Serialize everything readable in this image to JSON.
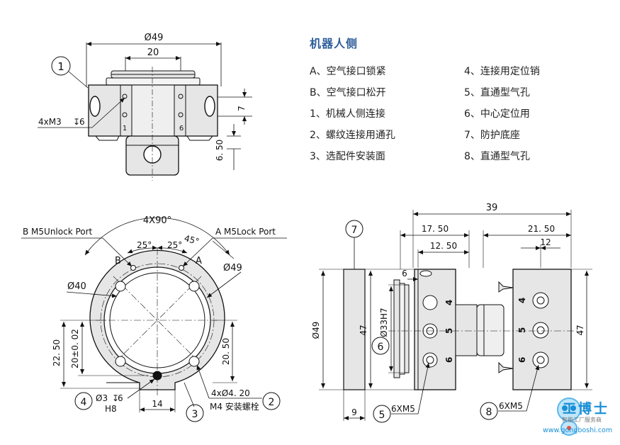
{
  "legend": {
    "title": "机器人侧",
    "left": [
      "A、空气接口锁紧",
      "B、空气接口松开",
      "1、机械人侧连接",
      "2、螺纹连接用通孔",
      "3、选配件安装面"
    ],
    "right": [
      "4、连接用定位销",
      "5、直通型气孔",
      "6、中心定位用",
      "7、防护底座",
      "8、直通型气孔"
    ]
  },
  "view_top": {
    "dim_outer": "Ø49",
    "dim_inner": "20",
    "dim_right_7": "7",
    "dim_right_650": "6. 50",
    "hole_callout": "4xM3",
    "hole_depth": "6",
    "port_numbers": [
      "1",
      "6"
    ],
    "balloon": "1"
  },
  "view_face": {
    "angle_label": "4X90°",
    "port_b": "B  M5Unlock  Port",
    "port_a": "A  M5Lock  Port",
    "letter_b": "B",
    "letter_a": "A",
    "angle_25_left": "25°",
    "angle_25_right": "25°",
    "angle_45": "45°",
    "dim_phi49": "Ø49",
    "dim_phi40": "Ø40",
    "dim_2250": "22. 50",
    "dim_20tol": "20±0. 02",
    "dim_2050": "20. 50",
    "dim_14": "14",
    "pin_callout": "Ø3",
    "pin_depth": "6",
    "pin_fit": "H8",
    "thru_callout": "4xØ4. 20",
    "thru_sub": "M4 安装螺栓",
    "balloons": [
      "4",
      "3",
      "2"
    ]
  },
  "view_side": {
    "dim_39": "39",
    "dim_1750": "17. 50",
    "dim_1250": "12. 50",
    "dim_2150": "21. 50",
    "dim_12": "12",
    "dim_6": "6",
    "dim_phi49": "Ø49",
    "dim_47_left": "47",
    "dim_47_right": "47",
    "dim_phi33": "Ø33H7",
    "dim_9": "9",
    "port_nums_mid": [
      "4",
      "5",
      "6"
    ],
    "port_nums_right": [
      "4",
      "5",
      "6"
    ],
    "callout_5": "6XM5",
    "callout_8": "6XM5",
    "balloons": [
      "7",
      "6",
      "5",
      "8"
    ]
  },
  "watermark": {
    "brand": "工博士",
    "sub": "智能工厂服务商",
    "url": "www.gongboshi.com"
  },
  "colors": {
    "title_blue": "#2e5d9a",
    "line": "#111111",
    "fill_gray": "#e6e6e6",
    "watermark_blue": "#1a8fd6"
  }
}
